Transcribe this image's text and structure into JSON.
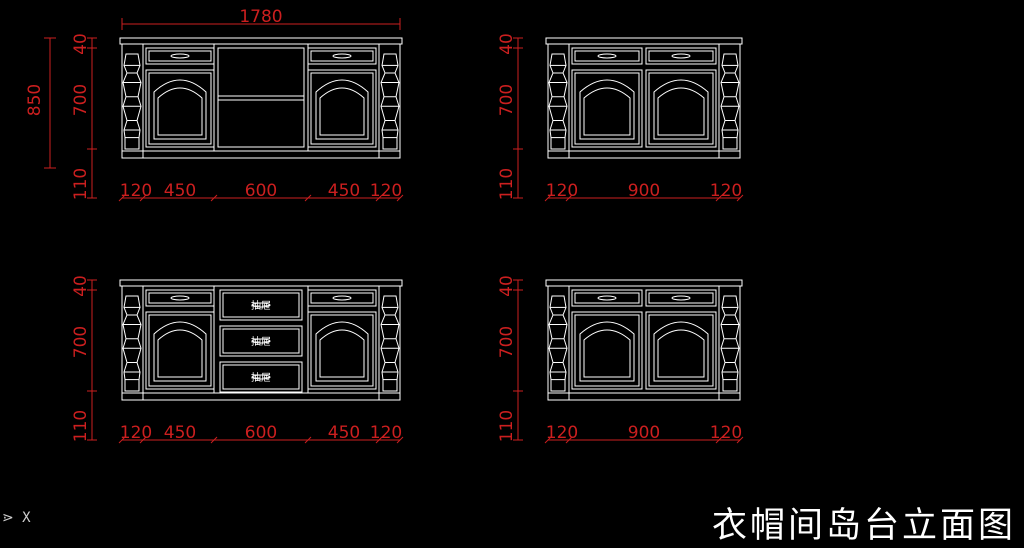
{
  "title": "衣帽间岛台立面图",
  "ucs_label": "⋗ X",
  "drawer_label": "抽屉",
  "colors": {
    "line": "#ffffff",
    "dim": "#cc1f1f",
    "bg": "#000000"
  },
  "elevations": [
    {
      "id": "A",
      "overall_width": "1780",
      "overall_height": "850",
      "height_dims": [
        "40",
        "700",
        "110"
      ],
      "width_dims": [
        "120",
        "450",
        "600",
        "450",
        "120"
      ],
      "center": "open"
    },
    {
      "id": "B",
      "height_dims": [
        "40",
        "700",
        "110"
      ],
      "width_dims": [
        "120",
        "900",
        "120"
      ],
      "center": "none"
    },
    {
      "id": "C",
      "height_dims": [
        "40",
        "700",
        "110"
      ],
      "width_dims": [
        "120",
        "450",
        "600",
        "450",
        "120"
      ],
      "center": "drawers"
    },
    {
      "id": "D",
      "height_dims": [
        "40",
        "700",
        "110"
      ],
      "width_dims": [
        "120",
        "900",
        "120"
      ],
      "center": "none"
    }
  ]
}
